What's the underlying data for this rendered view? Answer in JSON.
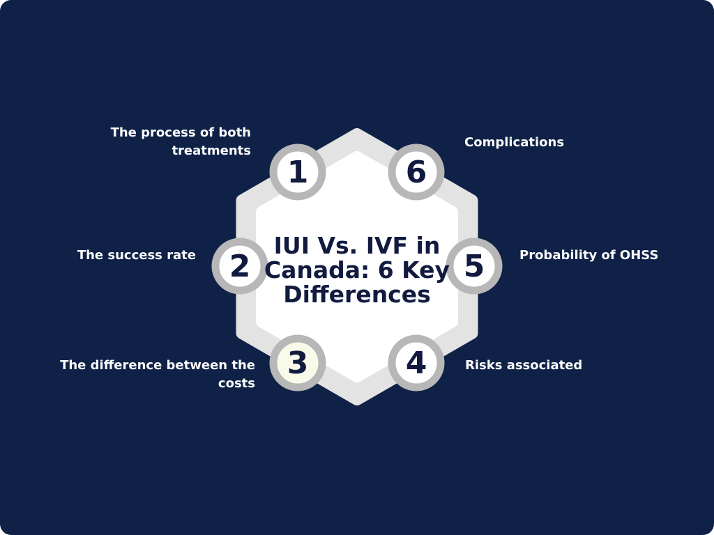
{
  "infographic": {
    "title": {
      "text": "IUI Vs. IVF in Canada: 6 Key Differences",
      "lines": [
        "IUI Vs. IVF in",
        "Canada: 6 Key",
        "Differences"
      ]
    },
    "items": [
      {
        "number": "1",
        "label": "The process of both treatments",
        "position": "top-left"
      },
      {
        "number": "2",
        "label": "The success rate",
        "position": "middle-left"
      },
      {
        "number": "3",
        "label": "The difference between the costs",
        "position": "bottom-left"
      },
      {
        "number": "4",
        "label": "Risks associated",
        "position": "bottom-right"
      },
      {
        "number": "5",
        "label": "Probability of OHSS",
        "position": "middle-right"
      },
      {
        "number": "6",
        "label": "Complications",
        "position": "top-right"
      }
    ],
    "colors": {
      "page_background": "#FFFFFF",
      "board_background": "#0F2147",
      "hexagon_band": "#E3E3E3",
      "hexagon_fill": "#FFFFFF",
      "circle_ring": "#B7B7B7",
      "circle_fill": "#FFFFFF",
      "circle3_fill": "#FAFAEB",
      "text_dark": "#121B3F",
      "text_light": "#FAFAFA"
    }
  }
}
